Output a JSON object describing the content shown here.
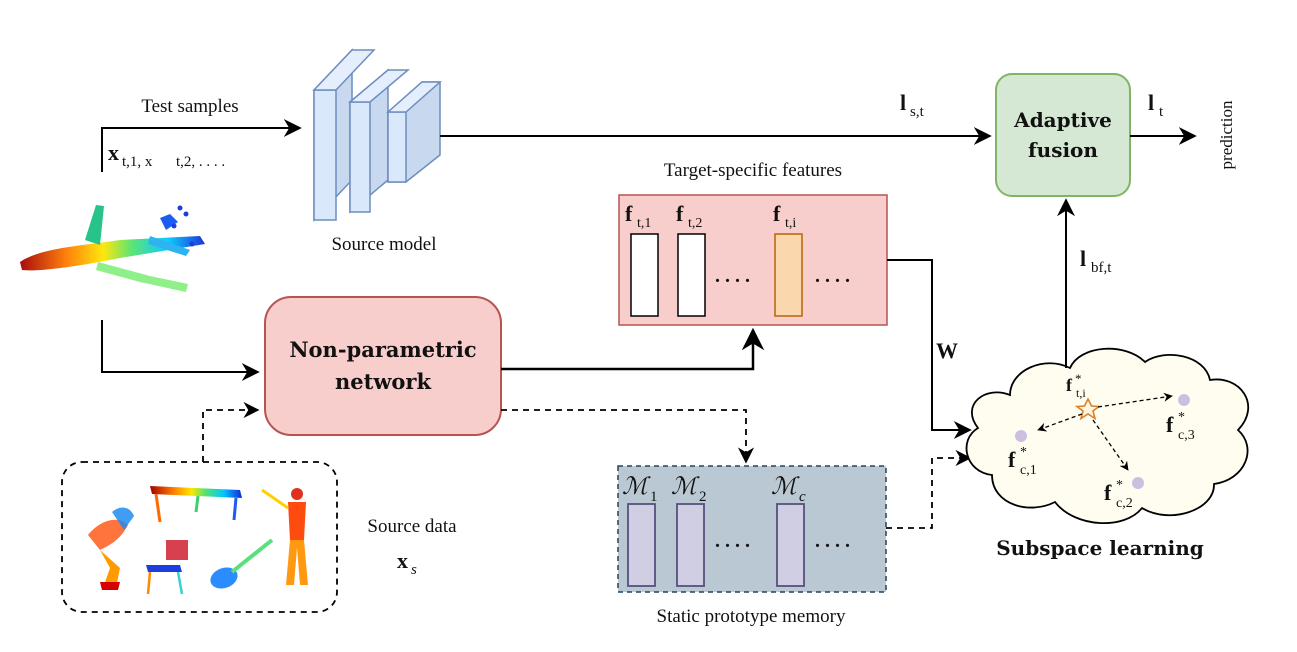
{
  "labels": {
    "test_samples": "Test samples",
    "x_seq_bold": "x",
    "x_seq_text": "t,1, x",
    "x_seq_tail": "t,2, . . . .",
    "source_model": "Source model",
    "target_features": "Target-specific features",
    "f_bold": "f",
    "f1_sub": "t,1",
    "f2_sub": "t,2",
    "fi_sub": "t,i",
    "dots": ". . . .",
    "nonparam_line1": "Non-parametric",
    "nonparam_line2": "network",
    "source_data": "Source data",
    "xs_bold": "x",
    "xs_sub": "s",
    "static_memory": "Static prototype memory",
    "M_sym": "ℳ",
    "M1_sub": "1",
    "M2_sub": "2",
    "Mc_sub": "c",
    "adaptive_line1": "Adaptive",
    "adaptive_line2": "fusion",
    "prediction": "prediction",
    "l_bold": "l",
    "lst_sub": "s,t",
    "lt_sub": "t",
    "lbft_sub": "bf,t",
    "W": "W",
    "subspace": "Subspace learning",
    "star_sub": "t,i",
    "star_sup": "*",
    "fc1_sub": "c,1",
    "fc2_sub": "c,2",
    "fc3_sub": "c,3"
  },
  "colors": {
    "source_model_fill": "#dae8fc",
    "source_model_stroke": "#6c8ebf",
    "target_box_fill": "#f8cecc",
    "target_box_stroke": "#b85450",
    "highlight_bar_fill": "#fad7ac",
    "highlight_bar_stroke": "#b46504",
    "memory_fill": "#bac8d3",
    "memory_stroke": "#23445d",
    "memory_bar_fill": "#d0cee2",
    "memory_bar_stroke": "#56517e",
    "fusion_fill": "#d5e8d4",
    "fusion_stroke": "#82b366",
    "cloud_fill": "#fffdf0",
    "prototype_dot": "#cdbfe0",
    "star_stroke": "#d9822b"
  }
}
